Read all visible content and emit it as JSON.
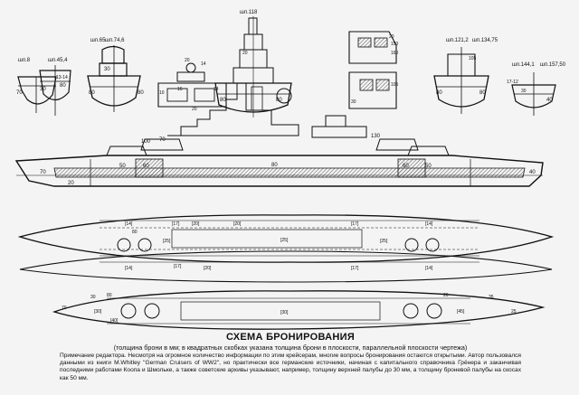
{
  "frames": {
    "f8": "шп.8",
    "f45": "шп.45,4",
    "f65": "шп.65",
    "f74": "шп.74,6",
    "f118": "шп.118",
    "f121": "шп.121,2",
    "f134": "шп.134,75",
    "f144": "шп.144,1",
    "f157": "шп.157,50"
  },
  "armor_values": {
    "a70": "70",
    "a30": "30",
    "a50": "50",
    "a80": "80",
    "a40": "40",
    "a20": "20",
    "a12": "12",
    "a10": "10",
    "a14": "14",
    "a16": "16",
    "a105": "105",
    "a1314": "13-14",
    "a1712": "17-12",
    "a100": "100",
    "a160": "160",
    "a150": "150",
    "a60": "60",
    "a25": "25",
    "a35": "35",
    "a130": "130"
  },
  "boxed_values": {
    "b14": "[14]",
    "b17": "[17]",
    "b20": "[20]",
    "b25": "[25]",
    "b30": "[30]",
    "b40": "[40]",
    "b45": "[45]",
    "b30n": "[30]"
  },
  "caption": {
    "title": "СХЕМА БРОНИРОВАНИЯ",
    "subtitle": "(толщина брони в мм; в квадратных скобках указана толщина брони в плоскости, параллельной плоскости чертежа)",
    "note": "Примечание редактора. Несмотря на огромное количество информации по этим крейсерам, многие вопросы бронирования остаются открытыми. Автор пользовался данными из книги M.Whitley \"German Cruisers of WW2\", но практически все германские источники, начиная с капитального справочника Грёнера и заканчивая последними работами Коопа и Шмольке, а также советские архивы указывают, например, толщину верхней палубы до 30 мм, а толщину броневой палубы на скосах как 50 мм."
  },
  "colors": {
    "ink": "#111111",
    "paper": "#f4f4f4",
    "hatch": "#555555"
  }
}
